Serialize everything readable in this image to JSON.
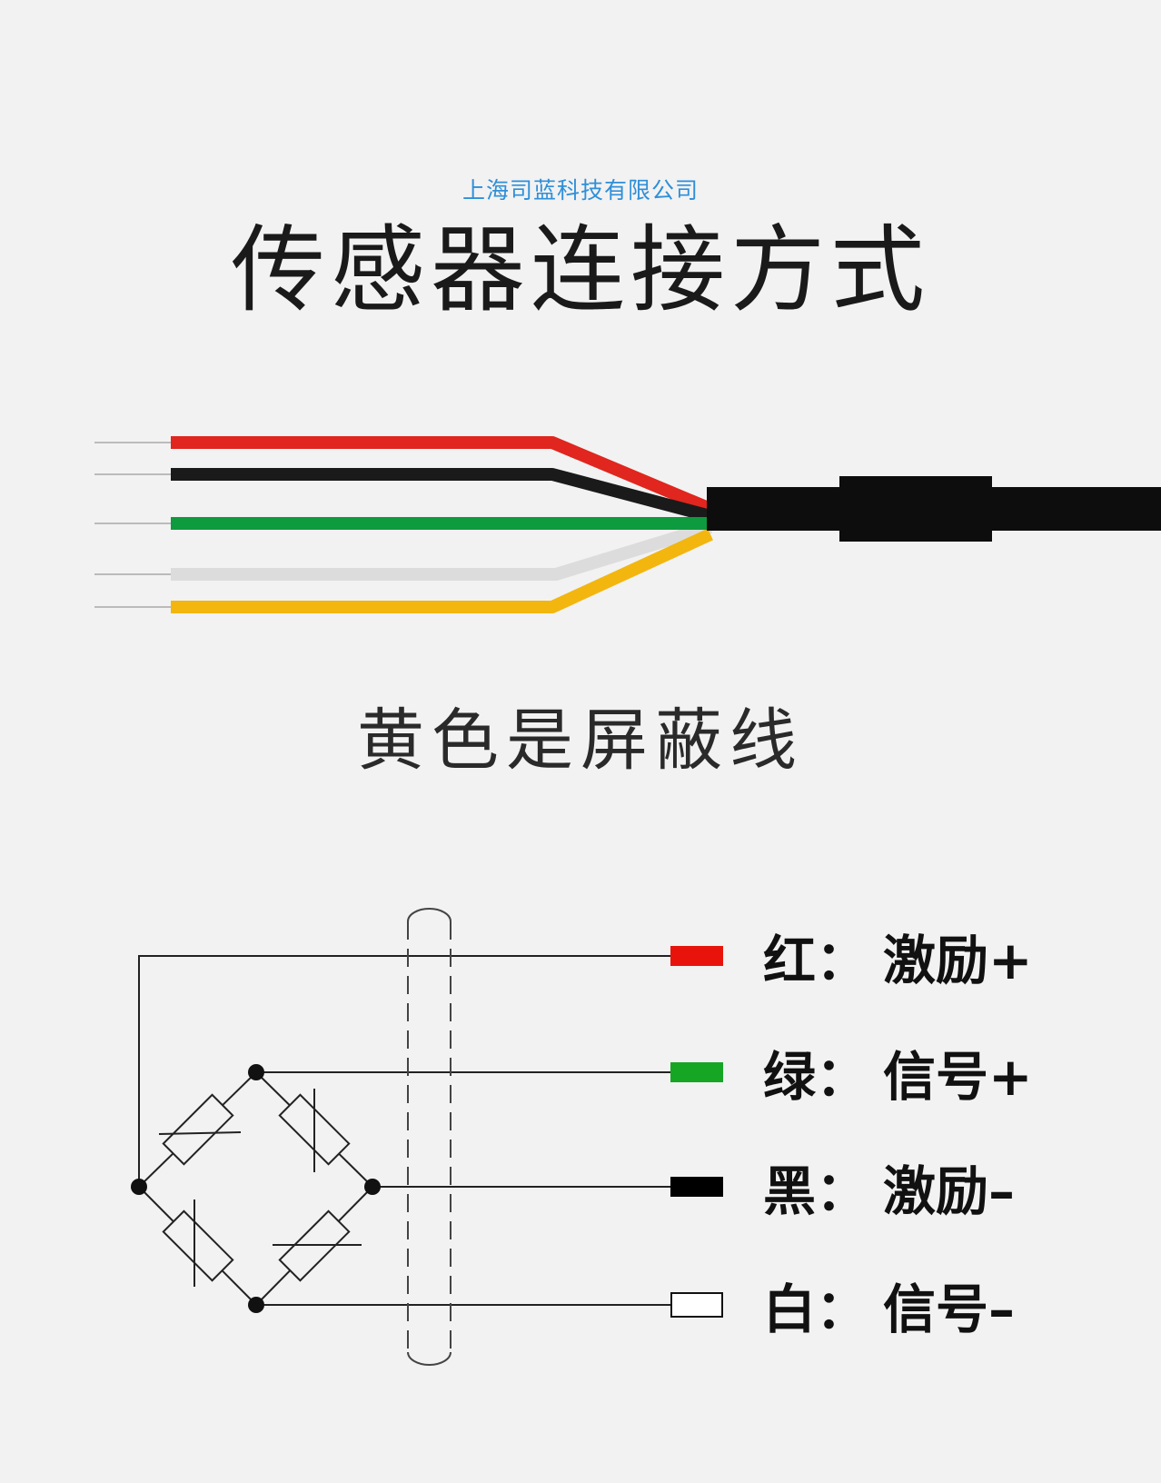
{
  "company": "上海司蓝科技有限公司",
  "title": "传感器连接方式",
  "note": "黄色是屏蔽线",
  "wires": [
    {
      "name": "red",
      "color": "#e0261e"
    },
    {
      "name": "black",
      "color": "#1a1a1a"
    },
    {
      "name": "green",
      "color": "#0e9a3e"
    },
    {
      "name": "white",
      "color": "#dcdcdc"
    },
    {
      "name": "yellow",
      "color": "#f2b60f"
    }
  ],
  "legend": [
    {
      "color_label": "红：",
      "function": "激励+",
      "swatch": "#e8140c",
      "swatch_border": "#e8140c"
    },
    {
      "color_label": "绿：",
      "function": "信号+",
      "swatch": "#17a624",
      "swatch_border": "#17a624"
    },
    {
      "color_label": "黑：",
      "function": "激励–",
      "swatch": "#000000",
      "swatch_border": "#000000"
    },
    {
      "color_label": "白：",
      "function": "信号–",
      "swatch": "#ffffff",
      "swatch_border": "#111111"
    }
  ]
}
